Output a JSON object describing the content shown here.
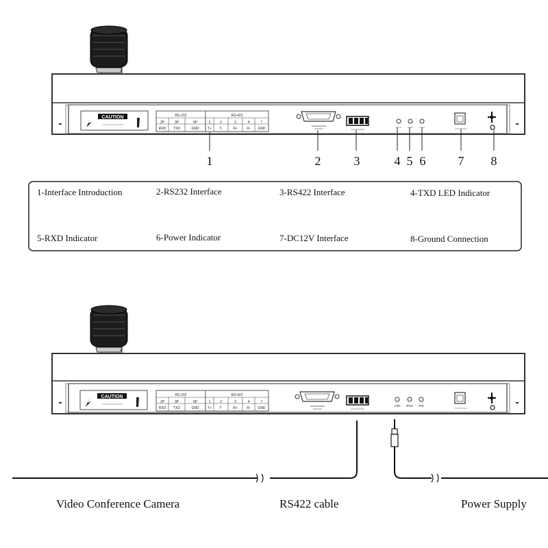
{
  "panel": {
    "caution_text": "CAUTION",
    "rs232_header": "RS-232",
    "rs422_header": "RS-422",
    "pin_row": [
      "2P",
      "3P",
      "5P",
      "1",
      "2",
      "3",
      "4",
      "7"
    ],
    "signal_row": [
      "RXD",
      "TXD",
      "GND",
      "T+",
      "T-",
      "R+",
      "R-",
      "GND"
    ],
    "led_labels": [
      "TXD",
      "RXD",
      "PW"
    ]
  },
  "callouts": [
    "1",
    "2",
    "3",
    "4",
    "5",
    "6",
    "7",
    "8"
  ],
  "legend": [
    "1-Interface Introduction",
    "2-RS232 Interface",
    "3-RS422 Interface",
    "4-TXD LED Indicator",
    "5-RXD Indicator",
    "6-Power  Indicator",
    "7-DC12V Interface",
    "8-Ground Connection"
  ],
  "connections": {
    "camera_label": "Video Conference Camera",
    "rs422_label": "RS422 cable",
    "power_label": "Power Supply"
  }
}
